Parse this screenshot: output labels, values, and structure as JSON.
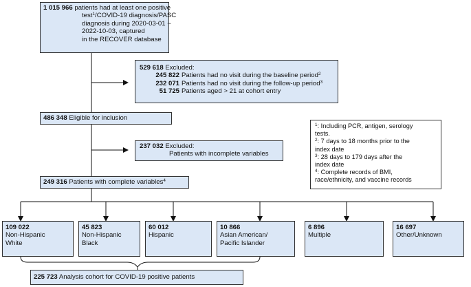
{
  "colors": {
    "box_fill": "#dbe7f6",
    "border": "#333333"
  },
  "top": {
    "count": "1 015 966",
    "line1": "patients had at least one positive",
    "line2a": "test",
    "line2sup": "1",
    "line2b": "/COVID-19 diagnosis/PASC",
    "line3": "diagnosis during 2020-03-01 ~",
    "line4": "2022-10-03, captured",
    "line5": "in the RECOVER database"
  },
  "excluded1": {
    "count": "529 618",
    "label": "Excluded:",
    "rows": [
      {
        "count": "245 822",
        "text": "Patients had no visit during the baseline period",
        "sup": "2"
      },
      {
        "count": "232 071",
        "text": "Patients had no visit during the follow-up period",
        "sup": "3"
      },
      {
        "count": "51 725",
        "text": "Patients aged > 21 at cohort entry",
        "sup": ""
      }
    ]
  },
  "eligible": {
    "count": "486 348",
    "text": "Eligible for inclusion"
  },
  "excluded2": {
    "count": "237 032",
    "label": "Excluded:",
    "text": "Patients with incomplete variables"
  },
  "complete": {
    "count": "249 316",
    "text": "Patients with complete variables",
    "sup": "4"
  },
  "notes": [
    {
      "sup": "1",
      "lines": [
        ": Including PCR, antigen, serology",
        "tests."
      ]
    },
    {
      "sup": "2",
      "lines": [
        ": 7 days to 18 months prior to the",
        "index date"
      ]
    },
    {
      "sup": "3",
      "lines": [
        ": 28 days to 179 days after the",
        "index date"
      ]
    },
    {
      "sup": "4",
      "lines": [
        ": Complete records of BMI,",
        "race/ethnicity, and vaccine records"
      ]
    }
  ],
  "groups": [
    {
      "count": "109 022",
      "lines": [
        "Non-Hispanic",
        "White"
      ]
    },
    {
      "count": "45 823",
      "lines": [
        "Non-Hispanic",
        "Black"
      ]
    },
    {
      "count": "60 012",
      "lines": [
        "Hispanic"
      ]
    },
    {
      "count": "10 866",
      "lines": [
        "Asian American/",
        "Pacific Islander"
      ]
    },
    {
      "count": "6 896",
      "lines": [
        "Multiple"
      ]
    },
    {
      "count": "16 697",
      "lines": [
        "Other/Unknown"
      ]
    }
  ],
  "analysis": {
    "count": "225 723",
    "text": "Analysis cohort for COVID-19 positive patients"
  }
}
